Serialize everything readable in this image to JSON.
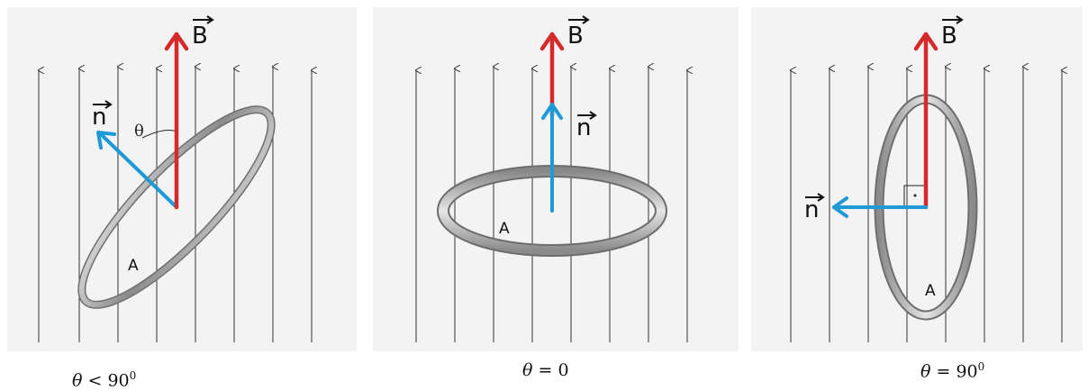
{
  "labels": {
    "field": "B",
    "normal": "n",
    "area": "A",
    "angle": "θ"
  },
  "captions": [
    {
      "lhs": "θ",
      "rel": "<",
      "rhs": "90",
      "sup": "0"
    },
    {
      "lhs": "θ",
      "rel": "=",
      "rhs": "0",
      "sup": ""
    },
    {
      "lhs": "θ",
      "rel": "=",
      "rhs": "90",
      "sup": "0"
    }
  ],
  "colors": {
    "field_vector": "#d42a2a",
    "normal_vector": "#1e9bd7",
    "field_lines": "#333333",
    "ring": "#9a9a9a",
    "background": "#f3f3f3"
  }
}
